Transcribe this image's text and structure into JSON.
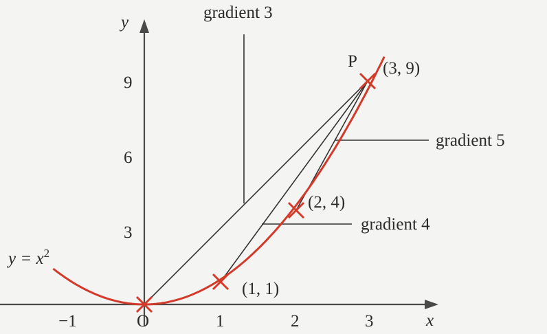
{
  "diagram": {
    "axes": {
      "x_label": "x",
      "y_label": "y",
      "origin_label": "O"
    },
    "x_ticks": [
      {
        "value": -1,
        "label": "−1"
      },
      {
        "value": 0,
        "label": "O"
      },
      {
        "value": 1,
        "label": "1"
      },
      {
        "value": 2,
        "label": "2"
      },
      {
        "value": 3,
        "label": "3"
      }
    ],
    "y_ticks": [
      {
        "value": 3,
        "label": "3"
      },
      {
        "value": 6,
        "label": "6"
      },
      {
        "value": 9,
        "label": "9"
      }
    ],
    "curve": {
      "equation": "y = x²",
      "label_main": "y = x",
      "label_sup": "2",
      "color": "#d23a2a"
    },
    "point_p": {
      "name": "P",
      "label": "(3, 9)",
      "x": 3,
      "y": 9
    },
    "marked_points": [
      {
        "label": "(1, 1)",
        "x": 1,
        "y": 1
      },
      {
        "label": "(2, 4)",
        "x": 2,
        "y": 4
      }
    ],
    "chords": [
      {
        "from": [
          0,
          0
        ],
        "to": [
          3,
          9
        ],
        "label": "gradient 3"
      },
      {
        "from": [
          1,
          1
        ],
        "to": [
          3,
          9
        ],
        "label": "gradient 4"
      },
      {
        "from": [
          2,
          4
        ],
        "to": [
          3,
          9
        ],
        "label": "gradient 5"
      }
    ]
  }
}
